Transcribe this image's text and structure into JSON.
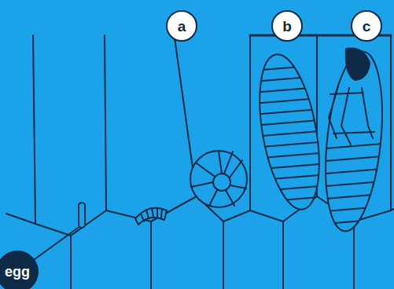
{
  "diagram": {
    "nodes": [
      {
        "text": [
          "a"
        ]
      },
      {
        "text": [
          "b"
        ]
      },
      {
        "text": [
          "c"
        ]
      },
      {
        "text": [
          "egg"
        ]
      }
    ]
  }
}
